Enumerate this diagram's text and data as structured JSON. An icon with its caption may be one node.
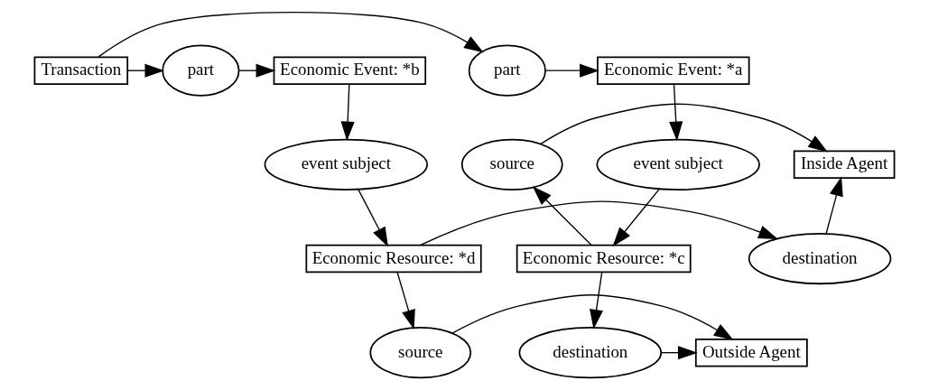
{
  "diagram": {
    "nodes": [
      {
        "text": [
          "Economic Event: *a"
        ]
      },
      {
        "text": [
          "part"
        ]
      },
      {
        "text": [
          "Transaction"
        ]
      },
      {
        "text": [
          "part"
        ]
      },
      {
        "text": [
          "Economic Event: *b"
        ]
      },
      {
        "text": [
          "event subject"
        ]
      },
      {
        "text": [
          "source"
        ]
      },
      {
        "text": [
          "Inside Agent"
        ]
      },
      {
        "text": [
          "event subject"
        ]
      },
      {
        "text": [
          "Economic Resource: *c"
        ]
      },
      {
        "text": [
          "destination"
        ]
      },
      {
        "text": [
          "Economic Resource: *d"
        ]
      },
      {
        "text": [
          "destination"
        ]
      },
      {
        "text": [
          "Outside Agent"
        ]
      },
      {
        "text": [
          "source"
        ]
      }
    ],
    "edges": [
      {
        "from": 2,
        "to": 1,
        "arrow": "to"
      },
      {
        "from": 1,
        "to": 0,
        "arrow": "to"
      },
      {
        "from": 2,
        "to": 3,
        "arrow": "to"
      },
      {
        "from": 3,
        "to": 4,
        "arrow": "to"
      },
      {
        "from": 0,
        "to": 5,
        "arrow": "to"
      },
      {
        "from": 5,
        "to": 9,
        "arrow": "to"
      },
      {
        "from": 9,
        "to": 6,
        "arrow": "to"
      },
      {
        "from": 6,
        "to": 7,
        "arrow": "to"
      },
      {
        "from": 4,
        "to": 8,
        "arrow": "to"
      },
      {
        "from": 8,
        "to": 11,
        "arrow": "to"
      },
      {
        "from": 11,
        "to": 10,
        "arrow": "to"
      },
      {
        "from": 10,
        "to": 7,
        "arrow": "to"
      },
      {
        "from": 9,
        "to": 12,
        "arrow": "to"
      },
      {
        "from": 12,
        "to": 13,
        "arrow": "to"
      },
      {
        "from": 11,
        "to": 14,
        "arrow": "to"
      },
      {
        "from": 14,
        "to": 13,
        "arrow": "to"
      }
    ]
  }
}
